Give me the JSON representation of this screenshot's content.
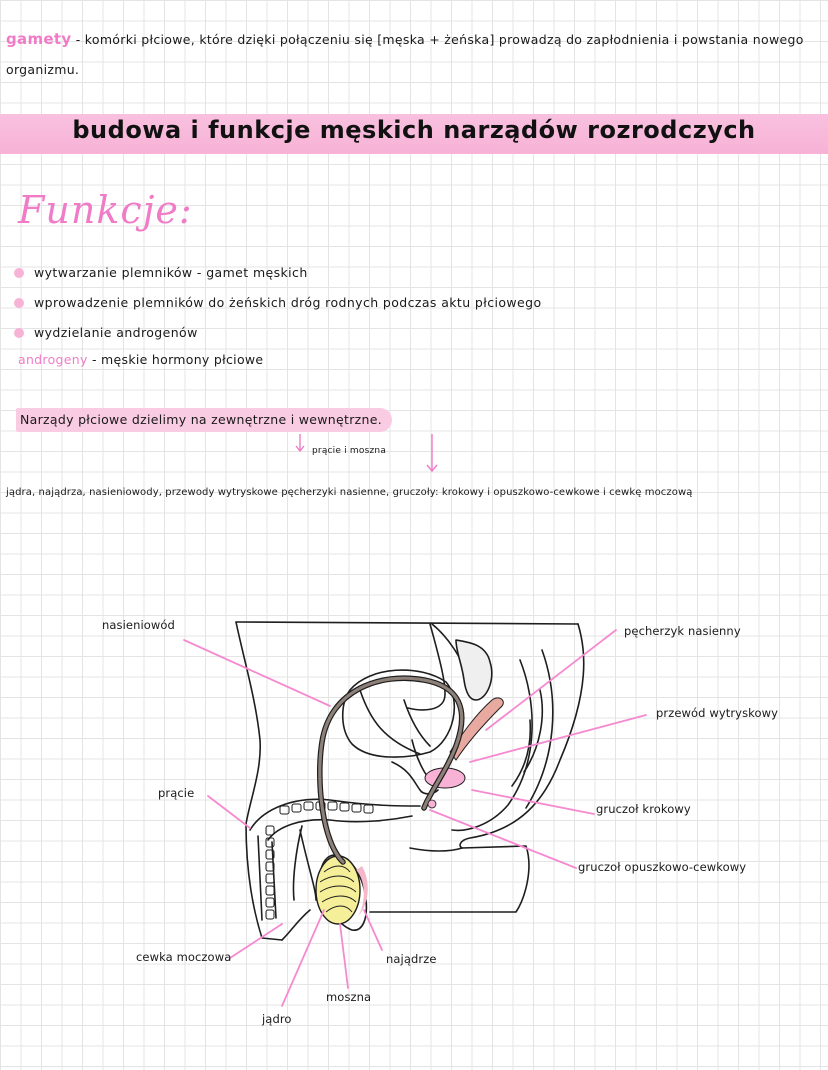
{
  "intro": {
    "term": "gamety",
    "text": "- komórki płciowe, które dzięki połączeniu się [męska + żeńska] prowadzą do zapłodnienia i powstania nowego organizmu."
  },
  "title": "budowa i funkcje męskich narządów rozrodczych",
  "funkcje_heading": "Funkcje:",
  "functions": [
    "wytwarzanie plemników - gamet męskich",
    "wprowadzenie plemników do żeńskich dróg rodnych podczas aktu płciowego",
    "wydzielanie androgenów"
  ],
  "androgeny": {
    "term": "androgeny",
    "text": " - męskie hormony płciowe"
  },
  "organs_sentence": "Narządy płciowe dzielimy na zewnętrzne i wewnętrzne.",
  "external_note": "prącie i moszna",
  "internal_list": "jądra, najądrza, nasieniowody, przewody wytryskowe pęcherzyki nasienne, gruczoły: krokowy i opuszkowo-cewkowe i cewkę moczową",
  "labels": {
    "nasieniowod": "nasieniowód",
    "pecherzyk": "pęcherzyk nasienny",
    "przewod": "przewód wytryskowy",
    "pracie": "prącie",
    "krokowy": "gruczoł krokowy",
    "opuszkowo": "gruczoł opuszkowo-cewkowy",
    "cewka": "cewka moczowa",
    "najadrze": "najądrze",
    "moszna": "moszna",
    "jadro": "jądro"
  },
  "colors": {
    "accent_pink": "#f07cc8",
    "banner_pink": "#f7b2d6",
    "line_pink": "#f58ad0",
    "duct_brown": "#8d8079",
    "testis_yellow": "#f5ef9a"
  }
}
